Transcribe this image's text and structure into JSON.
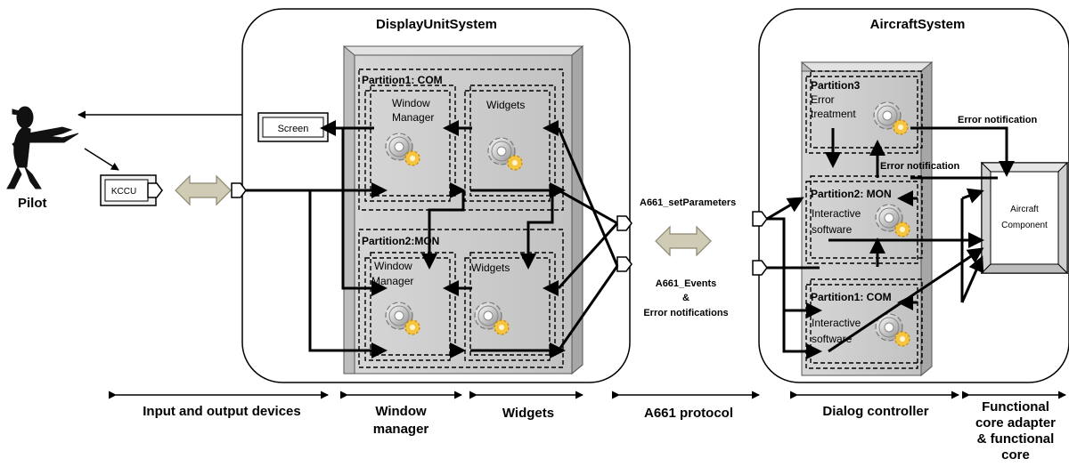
{
  "systems": {
    "display_unit": "DisplayUnitSystem",
    "aircraft": "AircraftSystem"
  },
  "actors": {
    "pilot": "Pilot",
    "screen": "Screen",
    "kccu": "KCCU",
    "aircraft_component": [
      "Aircraft",
      "Component"
    ]
  },
  "display_partitions": {
    "com": {
      "title": "Partition1: COM",
      "window_manager": [
        "Window",
        "Manager"
      ],
      "widgets": "Widgets"
    },
    "mon": {
      "title": "Partition2:MON",
      "window_manager": [
        "Window",
        "Manager"
      ],
      "widgets": "Widgets"
    }
  },
  "aircraft_partitions": {
    "p3": {
      "title": "Partition3",
      "label": [
        "Error",
        "treatment"
      ]
    },
    "p2": {
      "title": "Partition2: MON",
      "label": [
        "Interactive",
        "software"
      ]
    },
    "p1": {
      "title": "Partition1: COM",
      "label": [
        "Interactive",
        "software"
      ]
    }
  },
  "protocol_labels": {
    "set_parameters": "A661_setParameters",
    "events": [
      "A661_Events",
      "&",
      "Error notifications"
    ],
    "error_notification_top": "Error notification",
    "error_notification_mid": "Error notification"
  },
  "bottom_legend": {
    "io_devices": "Input and output devices",
    "window_manager": [
      "Window",
      "manager"
    ],
    "widgets": "Widgets",
    "a661_protocol": "A661 protocol",
    "dialog_controller": "Dialog controller",
    "functional_core": [
      "Functional",
      "core adapter",
      "& functional",
      "core"
    ]
  }
}
